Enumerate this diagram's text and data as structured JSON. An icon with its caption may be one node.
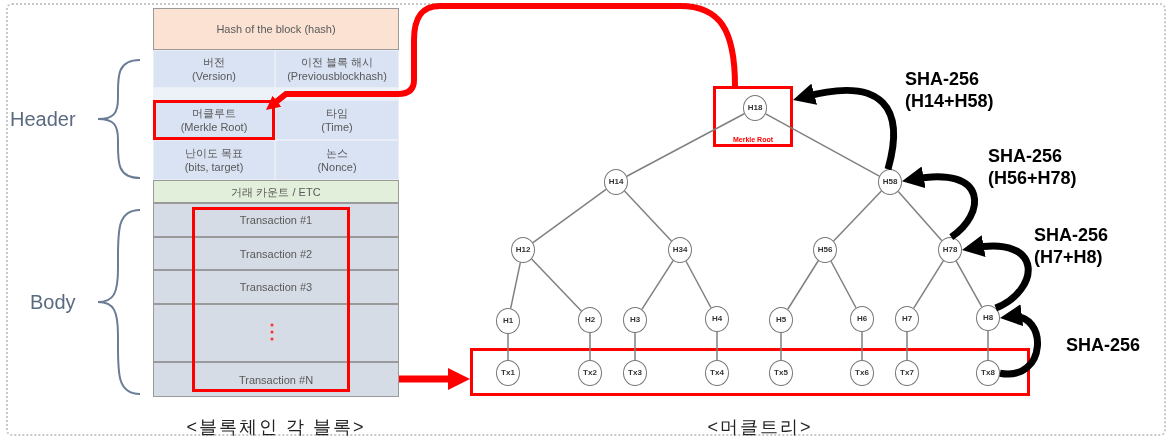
{
  "diagram": {
    "nodes": [
      {
        "text": [
          "Hash of the block (hash)"
        ]
      },
      {
        "text": [
          "버전",
          "(Version)"
        ]
      },
      {
        "text": [
          "이전 블록 해시",
          "(Previousblockhash)"
        ]
      },
      {
        "text": [
          "머클루트",
          "(Merkle Root)"
        ]
      },
      {
        "text": [
          "타임",
          "(Time)"
        ]
      },
      {
        "text": [
          "난이도 목표",
          "(bits, target)"
        ]
      },
      {
        "text": [
          "논스",
          "(Nonce)"
        ]
      },
      {
        "text": [
          "거래 카운트 / ETC"
        ]
      },
      {
        "text": [
          "Transaction #1"
        ]
      },
      {
        "text": [
          "Transaction #2"
        ]
      },
      {
        "text": [
          "Transaction #3"
        ]
      },
      {
        "text": [],
        "shape": "box"
      },
      {
        "text": [
          "Transaction #N"
        ]
      },
      {
        "text": [],
        "shape": "box"
      },
      {
        "text": [
          "Merkle Root"
        ]
      },
      {
        "text": [
          "H18"
        ],
        "in": 14
      },
      {
        "text": [
          "H14"
        ]
      },
      {
        "text": [
          "H58"
        ]
      },
      {
        "text": [
          "H12"
        ]
      },
      {
        "text": [
          "H34"
        ]
      },
      {
        "text": [
          "H56"
        ]
      },
      {
        "text": [
          "H78"
        ]
      },
      {
        "text": [
          "H1"
        ]
      },
      {
        "text": [
          "H2"
        ]
      },
      {
        "text": [
          "H3"
        ]
      },
      {
        "text": [
          "H4"
        ]
      },
      {
        "text": [
          "H5"
        ]
      },
      {
        "text": [
          "H6"
        ]
      },
      {
        "text": [
          "H7"
        ]
      },
      {
        "text": [
          "H8"
        ]
      },
      {
        "text": [],
        "shape": "box"
      },
      {
        "text": [
          "Tx1"
        ],
        "in": 30
      },
      {
        "text": [
          "Tx2"
        ],
        "in": 30
      },
      {
        "text": [
          "Tx3"
        ],
        "in": 30
      },
      {
        "text": [
          "Tx4"
        ],
        "in": 30
      },
      {
        "text": [
          "Tx5"
        ],
        "in": 30
      },
      {
        "text": [
          "Tx6"
        ],
        "in": 30
      },
      {
        "text": [
          "Tx7"
        ],
        "in": 30
      },
      {
        "text": [
          "Tx8"
        ],
        "in": 30
      }
    ],
    "edges": [
      {
        "from": 15,
        "to": 16,
        "arrow": "none"
      },
      {
        "from": 15,
        "to": 17,
        "arrow": "none"
      },
      {
        "from": 16,
        "to": 18,
        "arrow": "none"
      },
      {
        "from": 16,
        "to": 19,
        "arrow": "none"
      },
      {
        "from": 17,
        "to": 20,
        "arrow": "none"
      },
      {
        "from": 17,
        "to": 21,
        "arrow": "none"
      },
      {
        "from": 18,
        "to": 22,
        "arrow": "none"
      },
      {
        "from": 18,
        "to": 23,
        "arrow": "none"
      },
      {
        "from": 19,
        "to": 24,
        "arrow": "none"
      },
      {
        "from": 19,
        "to": 25,
        "arrow": "none"
      },
      {
        "from": 20,
        "to": 26,
        "arrow": "none"
      },
      {
        "from": 20,
        "to": 27,
        "arrow": "none"
      },
      {
        "from": 21,
        "to": 28,
        "arrow": "none"
      },
      {
        "from": 21,
        "to": 29,
        "arrow": "none"
      },
      {
        "from": 22,
        "to": 31,
        "arrow": "none"
      },
      {
        "from": 23,
        "to": 32,
        "arrow": "none"
      },
      {
        "from": 24,
        "to": 33,
        "arrow": "none"
      },
      {
        "from": 25,
        "to": 34,
        "arrow": "none"
      },
      {
        "from": 26,
        "to": 35,
        "arrow": "none"
      },
      {
        "from": 27,
        "to": 36,
        "arrow": "none"
      },
      {
        "from": 28,
        "to": 37,
        "arrow": "none"
      },
      {
        "from": 29,
        "to": 38,
        "arrow": "none"
      },
      {
        "from": 12,
        "to": 30,
        "arrow": "to",
        "style": "thick",
        "color": "#ff0000"
      },
      {
        "from": 14,
        "to": 3,
        "arrow": "to",
        "style": "thick",
        "color": "#ff0000"
      },
      {
        "from": 38,
        "to": 29,
        "arrow": "to",
        "style": "thick",
        "color": "#000000",
        "label": "SHA-256"
      },
      {
        "from": 29,
        "to": 21,
        "arrow": "to",
        "style": "thick",
        "color": "#000000",
        "label": "SHA-256 (H7+H8)"
      },
      {
        "from": 21,
        "to": 17,
        "arrow": "to",
        "style": "thick",
        "color": "#000000",
        "label": "SHA-256 (H56+H78)"
      },
      {
        "from": 17,
        "to": 14,
        "arrow": "to",
        "style": "thick",
        "color": "#000000",
        "label": "SHA-256 (H14+H58)"
      }
    ],
    "labels": [
      "Header",
      "Body",
      "<블록체인 각 블록>",
      "<머클트리>"
    ]
  }
}
